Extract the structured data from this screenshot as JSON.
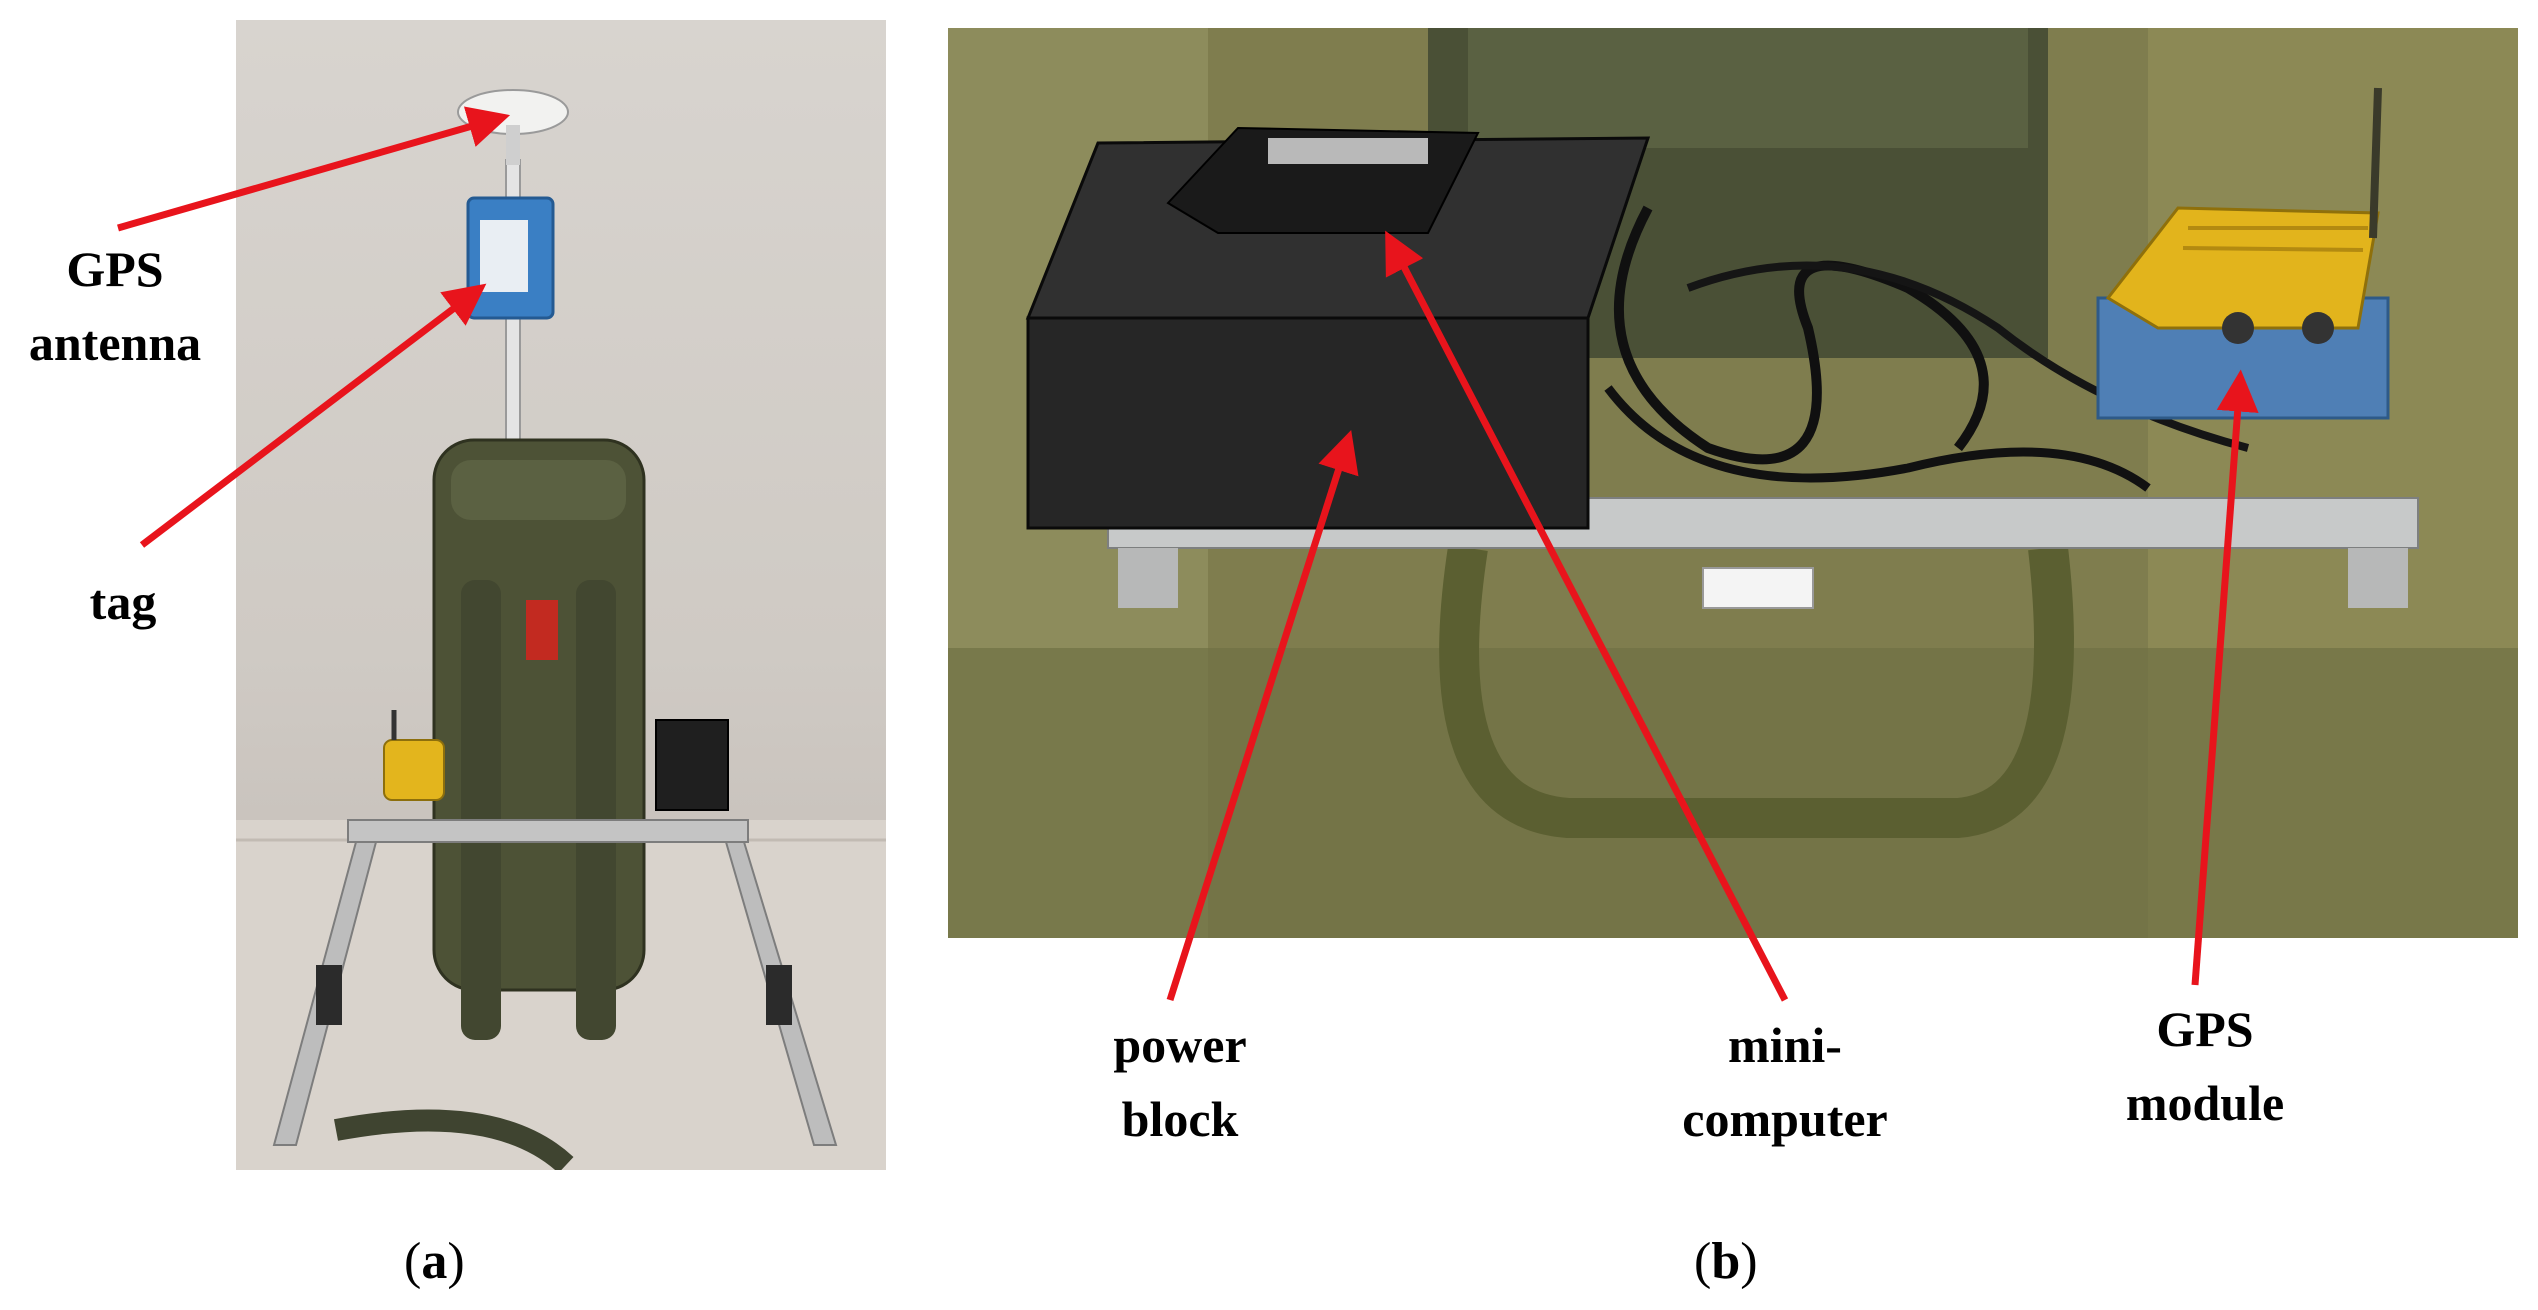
{
  "figure": {
    "panel_a": {
      "caption_open": "(",
      "caption_letter": "a",
      "caption_close": ")",
      "labels": {
        "gps_antenna_line1": "GPS",
        "gps_antenna_line2": "antenna",
        "tag": "tag"
      }
    },
    "panel_b": {
      "caption_open": "(",
      "caption_letter": "b",
      "caption_close": ")",
      "labels": {
        "power_block_line1": "power",
        "power_block_line2": "block",
        "mini_computer_line1": "mini-",
        "mini_computer_line2": "computer",
        "gps_module_line1": "GPS",
        "gps_module_line2": "module"
      }
    },
    "colors": {
      "arrow": "#e8141c",
      "label_text": "#000000"
    }
  }
}
